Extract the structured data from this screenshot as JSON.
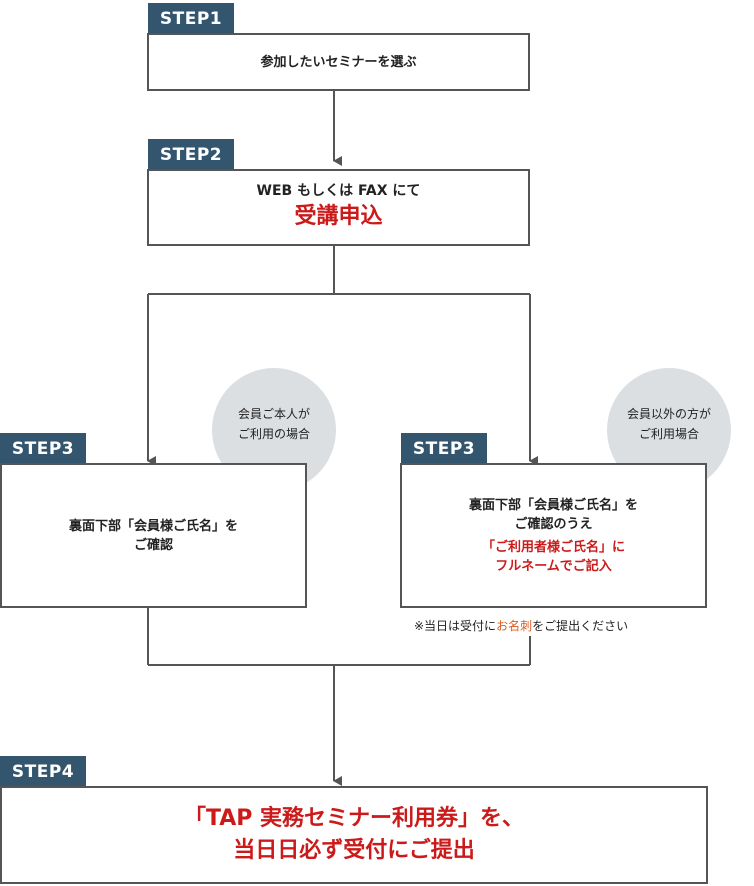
{
  "step1": {
    "tag": "STEP1",
    "text": "参加したいセミナーを選ぶ"
  },
  "step2": {
    "tag": "STEP2",
    "line1": "WEB もしくは FAX にて",
    "line2": "受講申込"
  },
  "left": {
    "circle_line1": "会員ご本人が",
    "circle_line2": "ご利用の場合",
    "tag": "STEP3",
    "line1": "裏面下部「会員様ご氏名」を",
    "line2": "ご確認"
  },
  "right": {
    "circle_line1": "会員以外の方が",
    "circle_line2": "ご利用場合",
    "tag": "STEP3",
    "line1": "裏面下部「会員様ご氏名」を",
    "line2": "ご確認のうえ",
    "red1": "「ご利用者様ご氏名」に",
    "red2": "フルネームでご記入"
  },
  "note": {
    "prefix": "※当日は受付に",
    "highlight": "お名刺",
    "suffix": "をご提出ください"
  },
  "step4": {
    "tag": "STEP4",
    "line1": "「TAP 実務セミナー利用券」を、",
    "line2": "当日日必ず受付にご提出"
  },
  "colors": {
    "tag_bg": "#33566e",
    "line": "#555555",
    "red": "#cc1a1a",
    "circle": "#dcdfe2",
    "highlight": "#e05a1c"
  }
}
